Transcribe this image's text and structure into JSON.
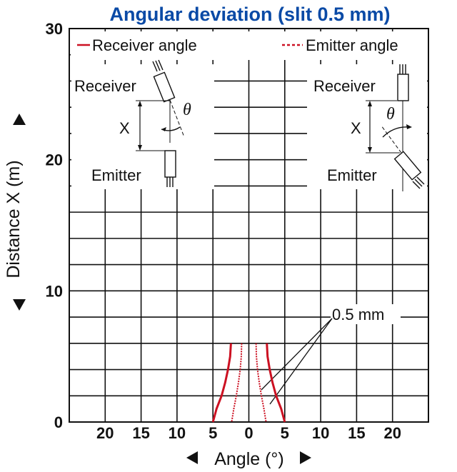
{
  "chart_data": {
    "type": "line",
    "title": "Angular deviation (slit 0.5 mm)",
    "xlabel": "Angle (°)",
    "ylabel": "Distance X (m)",
    "xlim": [
      -25,
      25
    ],
    "ylim": [
      0,
      30
    ],
    "x_tick_labels": [
      "20",
      "15",
      "10",
      "5",
      "0",
      "5",
      "10",
      "15",
      "20"
    ],
    "y_tick_labels": [
      "0",
      "10",
      "20",
      "30"
    ],
    "legend": {
      "placement": "top",
      "entries": [
        "Receiver angle",
        "Emitter angle"
      ]
    },
    "grid": true,
    "annotations": {
      "slit": "0.5 mm",
      "receiver": "Receiver",
      "emitter": "Emitter",
      "distance": "X",
      "angle_symbol": "θ"
    },
    "series": [
      {
        "name": "Receiver angle",
        "style": "solid",
        "color": "#cc1122",
        "branches": [
          {
            "x": [
              -2.5,
              -2.6,
              -2.9,
              -3.3,
              -3.8,
              -4.5,
              -5.0
            ],
            "y": [
              6,
              5,
              4,
              3,
              2,
              1,
              0
            ]
          },
          {
            "x": [
              2.5,
              2.6,
              2.9,
              3.3,
              3.8,
              4.5,
              5.0
            ],
            "y": [
              6,
              5,
              4,
              3,
              2,
              1,
              0
            ]
          }
        ]
      },
      {
        "name": "Emitter angle",
        "style": "dashed",
        "color": "#cc1122",
        "branches": [
          {
            "x": [
              -1.0,
              -1.05,
              -1.2,
              -1.45,
              -1.75,
              -2.1,
              -2.4
            ],
            "y": [
              6,
              5,
              4,
              3,
              2,
              1,
              0
            ]
          },
          {
            "x": [
              1.0,
              1.05,
              1.2,
              1.45,
              1.75,
              2.1,
              2.4
            ],
            "y": [
              6,
              5,
              4,
              3,
              2,
              1,
              0
            ]
          }
        ]
      }
    ]
  }
}
